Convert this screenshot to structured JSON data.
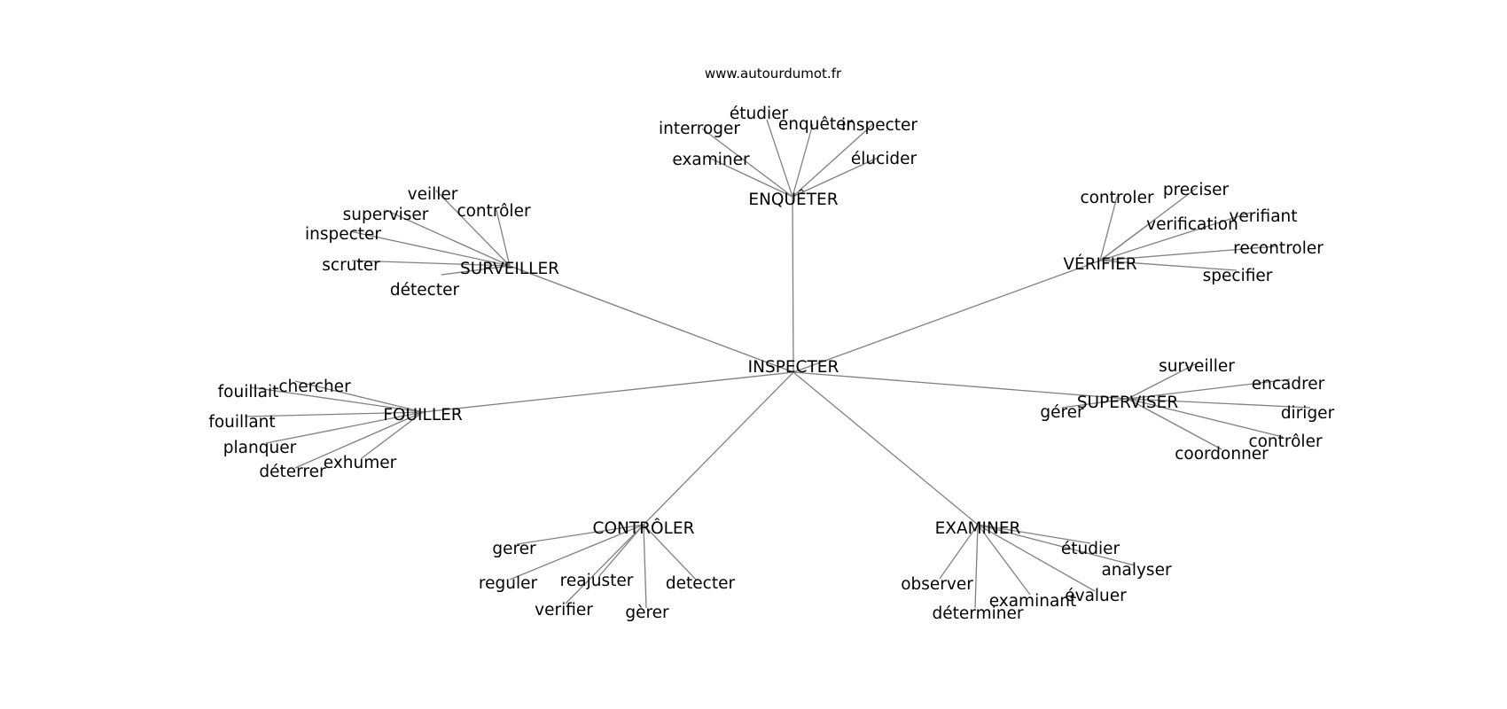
{
  "watermark": "www.autourdumot.fr",
  "center": "INSPECTER",
  "clusters": [
    {
      "hub": "ENQUÊTER",
      "leaves": [
        "étudier",
        "interroger",
        "enquêter",
        "inspecter",
        "examiner",
        "élucider"
      ]
    },
    {
      "hub": "SURVEILLER",
      "leaves": [
        "veiller",
        "superviser",
        "contrôler",
        "inspecter",
        "scruter",
        "détecter"
      ]
    },
    {
      "hub": "VÉRIFIER",
      "leaves": [
        "controler",
        "preciser",
        "verification",
        "verifiant",
        "recontroler",
        "specifier"
      ]
    },
    {
      "hub": "FOUILLER",
      "leaves": [
        "chercher",
        "fouillait",
        "fouillant",
        "planquer",
        "exhumer",
        "déterrer"
      ]
    },
    {
      "hub": "SUPERVISER",
      "leaves": [
        "surveiller",
        "encadrer",
        "gérer",
        "diriger",
        "contrôler",
        "coordonner"
      ]
    },
    {
      "hub": "CONTRÔLER",
      "leaves": [
        "gerer",
        "reguler",
        "reajuster",
        "detecter",
        "verifier",
        "gèrer"
      ]
    },
    {
      "hub": "EXAMINER",
      "leaves": [
        "étudier",
        "analyser",
        "observer",
        "évaluer",
        "examinant",
        "déterminer"
      ]
    }
  ]
}
